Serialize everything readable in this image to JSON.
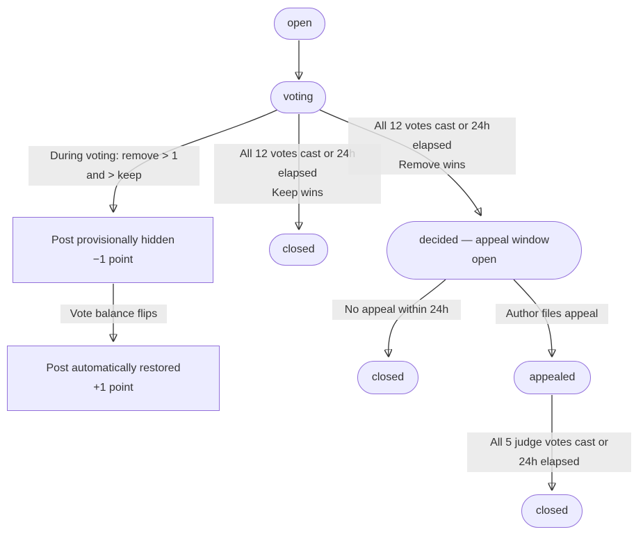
{
  "diagram": {
    "type": "state-machine-flowchart",
    "background": "#ffffff",
    "colors": {
      "node_fill": "#ECECFF",
      "node_border": "#9370DB",
      "edge_label_bg": "#e8e8e8",
      "text": "#333333",
      "edge_line": "#333333"
    },
    "nodes": {
      "open": {
        "label": "open"
      },
      "voting": {
        "label": "voting"
      },
      "hidden": {
        "line1": "Post provisionally hidden",
        "line2": "−1 point"
      },
      "closed_keep": {
        "label": "closed"
      },
      "decided": {
        "line1": "decided — appeal window",
        "line2": "open"
      },
      "restored": {
        "line1": "Post automatically restored",
        "line2": "+1 point"
      },
      "closed_no_appeal": {
        "label": "closed"
      },
      "appealed": {
        "label": "appealed"
      },
      "closed_final": {
        "label": "closed"
      }
    },
    "edge_labels": {
      "during_voting": {
        "line1": "During voting: remove > 1",
        "line2": "and > keep"
      },
      "keep_wins": {
        "line1": "All 12 votes cast or 24h",
        "line2": "elapsed",
        "line3": "Keep wins"
      },
      "remove_wins": {
        "line1": "All 12 votes cast or 24h",
        "line2": "elapsed",
        "line3": "Remove wins"
      },
      "vote_balance_flips": {
        "line1": "Vote balance flips"
      },
      "no_appeal": {
        "line1": "No appeal within 24h"
      },
      "author_files_appeal": {
        "line1": "Author files appeal"
      },
      "judge_votes": {
        "line1": "All 5 judge votes cast or",
        "line2": "24h elapsed"
      }
    },
    "edges": [
      {
        "from": "open",
        "to": "voting",
        "label": ""
      },
      {
        "from": "voting",
        "to": "hidden",
        "label": "during_voting"
      },
      {
        "from": "voting",
        "to": "closed_keep",
        "label": "keep_wins"
      },
      {
        "from": "voting",
        "to": "decided",
        "label": "remove_wins"
      },
      {
        "from": "hidden",
        "to": "restored",
        "label": "vote_balance_flips"
      },
      {
        "from": "decided",
        "to": "closed_no_appeal",
        "label": "no_appeal"
      },
      {
        "from": "decided",
        "to": "appealed",
        "label": "author_files_appeal"
      },
      {
        "from": "appealed",
        "to": "closed_final",
        "label": "judge_votes"
      }
    ]
  }
}
